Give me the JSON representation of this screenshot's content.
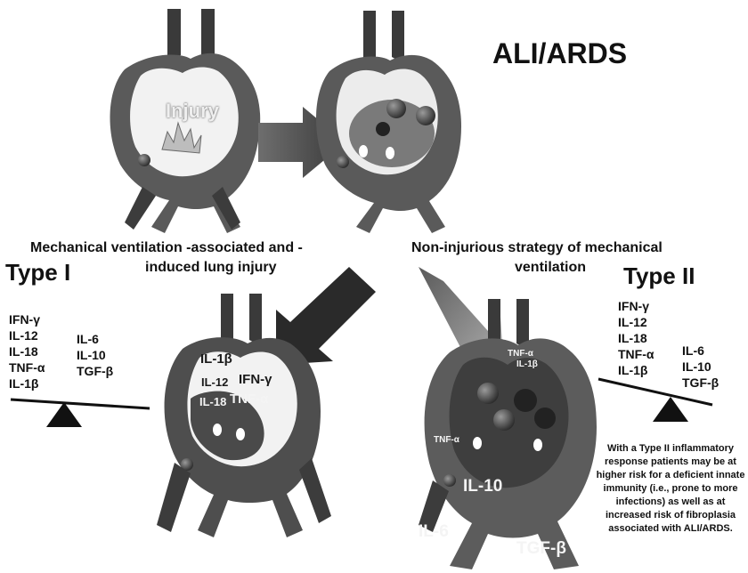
{
  "title": "ALI/ARDS",
  "injury_label": "Injury",
  "caption_left": [
    "Mechanical ventilation -associated and -",
    "induced lung injury"
  ],
  "caption_right": [
    "Non-injurious strategy of mechanical",
    "ventilation"
  ],
  "type1": {
    "heading": "Type I",
    "heavy_side": [
      "IFN-γ",
      "IL-12",
      "IL-18",
      "TNF-α",
      "IL-1β"
    ],
    "light_side": [
      "IL-6",
      "IL-10",
      "TGF-β"
    ]
  },
  "type2": {
    "heading": "Type II",
    "light_side": [
      "IFN-γ",
      "IL-12",
      "IL-18",
      "TNF-α",
      "IL-1β"
    ],
    "heavy_side": [
      "IL-6",
      "IL-10",
      "TGF-β"
    ]
  },
  "alveolus_type1_labels": {
    "il1b": "IL-1β",
    "ifng": "IFN-γ",
    "il12": "IL-12",
    "tnfa": "TNF-α",
    "il18": "IL-18"
  },
  "alveolus_type2_labels": {
    "tnfa_top": "TNF-α",
    "il1b": "IL-1β",
    "tnfa_side": "TNF-α",
    "il10": "IL-10",
    "il6": "IL-6",
    "tgfb": "TGF-β"
  },
  "type2_note": "With a Type II inflammatory response patients may be at higher risk for a deficient innate immunity (i.e., prone to more infections) as well as at increased risk of fibroplasia associated with ALI/ARDS.",
  "colors": {
    "tissue_dark": "#2c2c2c",
    "tissue_mid": "#6a6a6a",
    "tissue_light": "#8a8a8a",
    "lumen": "#f2f2f2",
    "arrow_dark": "#2a2a2a",
    "arrow_mid": "#7d7d7d",
    "arrow_light": "#a8a8a8"
  }
}
